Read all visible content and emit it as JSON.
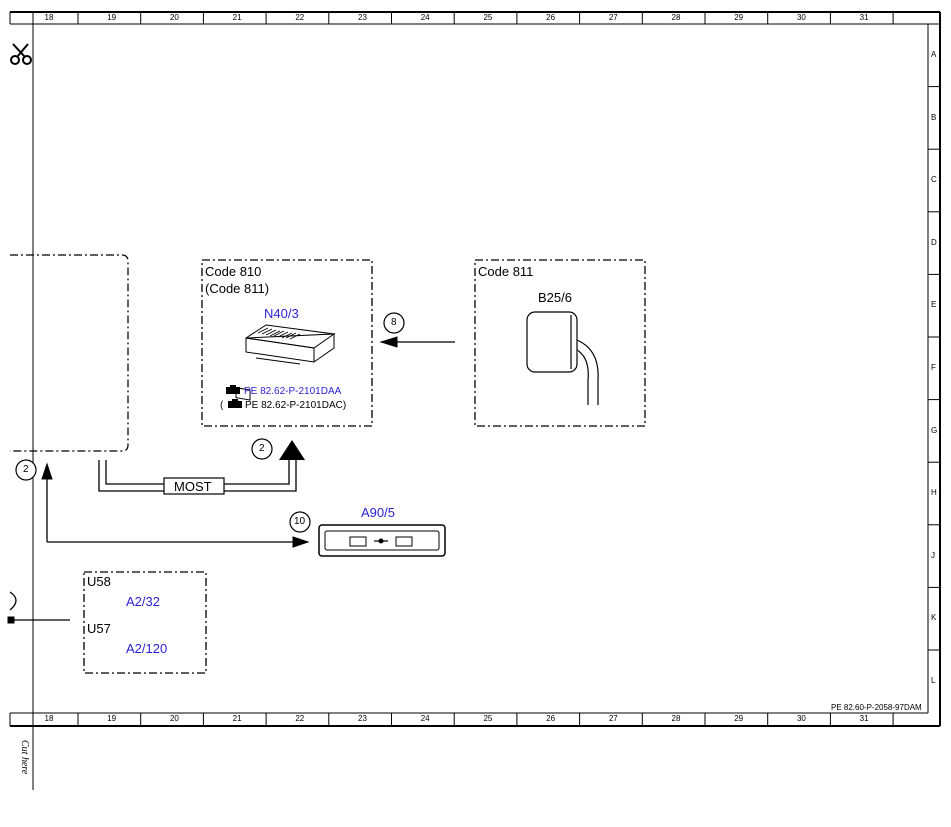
{
  "frame": {
    "columns": [
      "18",
      "19",
      "20",
      "21",
      "22",
      "23",
      "24",
      "25",
      "26",
      "27",
      "28",
      "29",
      "30",
      "31"
    ],
    "rows": [
      "A",
      "B",
      "C",
      "D",
      "E",
      "F",
      "G",
      "H",
      "J",
      "K",
      "L"
    ],
    "doc_ref": "PE 82.60-P-2058-97DAM",
    "cut_text": "Cut here"
  },
  "blocks": {
    "n40": {
      "code_line1": "Code 810",
      "code_line2": "(Code 811)",
      "component": "N40/3",
      "ref1": "PE 82.62-P-2101DAA",
      "ref2_prefix": "(",
      "ref2": "PE 82.62-P-2101DAC)"
    },
    "b25": {
      "code": "Code 811",
      "component": "B25/6"
    },
    "a90": {
      "component": "A90/5"
    },
    "u58": {
      "code1": "U58",
      "comp1": "A2/32",
      "code2": "U57",
      "comp2": "A2/120"
    },
    "most_label": "MOST"
  },
  "connections": {
    "c8": "8",
    "c2_top": "2",
    "c2_left": "2",
    "c10": "10"
  },
  "colors": {
    "link_blue": "#2a1fd6",
    "line": "#000000"
  }
}
